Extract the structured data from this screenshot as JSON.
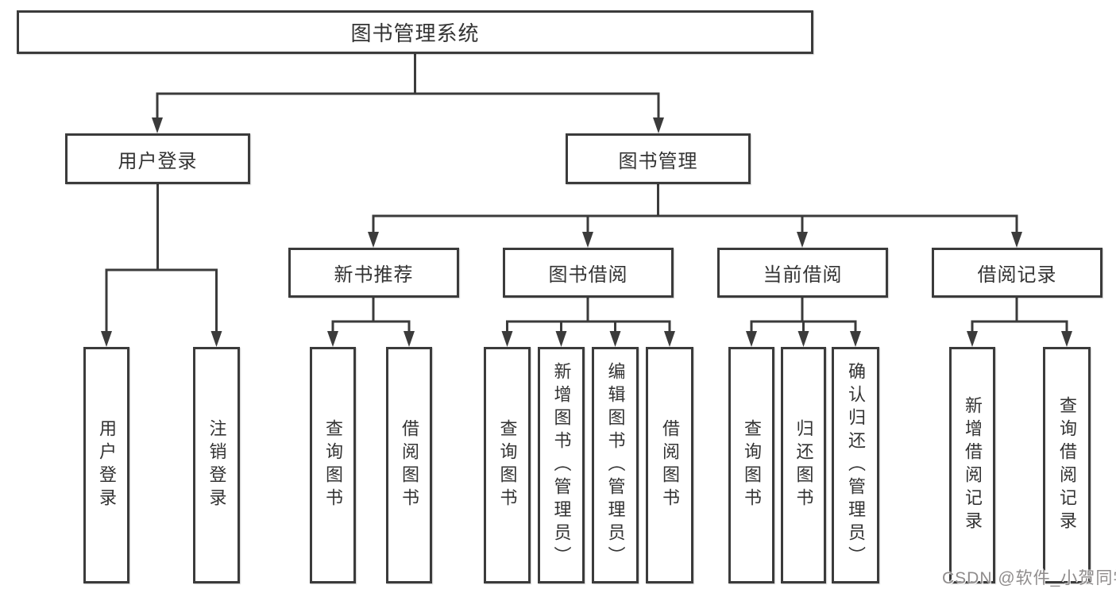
{
  "diagram": {
    "root": {
      "label": "图书管理系统"
    },
    "level2": {
      "login": {
        "label": "用户登录"
      },
      "manage": {
        "label": "图书管理"
      }
    },
    "level3": {
      "rec": {
        "label": "新书推荐"
      },
      "borrow": {
        "label": "图书借阅"
      },
      "current": {
        "label": "当前借阅"
      },
      "record": {
        "label": "借阅记录"
      }
    },
    "leaves": {
      "login_user": {
        "label": "用户登录"
      },
      "login_logout": {
        "label": "注销登录"
      },
      "rec_query": {
        "label": "查询图书"
      },
      "rec_borrow": {
        "label": "借阅图书"
      },
      "borrow_query": {
        "label": "查询图书"
      },
      "borrow_add": {
        "label": "新增图书（管理员）"
      },
      "borrow_edit": {
        "label": "编辑图书（管理员）"
      },
      "borrow_lend": {
        "label": "借阅图书"
      },
      "current_query": {
        "label": "查询图书"
      },
      "current_return": {
        "label": "归还图书"
      },
      "current_confirm": {
        "label": "确认归还（管理员）"
      },
      "record_add": {
        "label": "新增借阅记录"
      },
      "record_query": {
        "label": "查询借阅记录"
      }
    }
  },
  "watermark": {
    "text": "CSDN @软件_小贺同学"
  },
  "colors": {
    "line": "#3b3b3b",
    "text": "#333333",
    "watermark": "#8f8c8c",
    "background": "#ffffff"
  }
}
